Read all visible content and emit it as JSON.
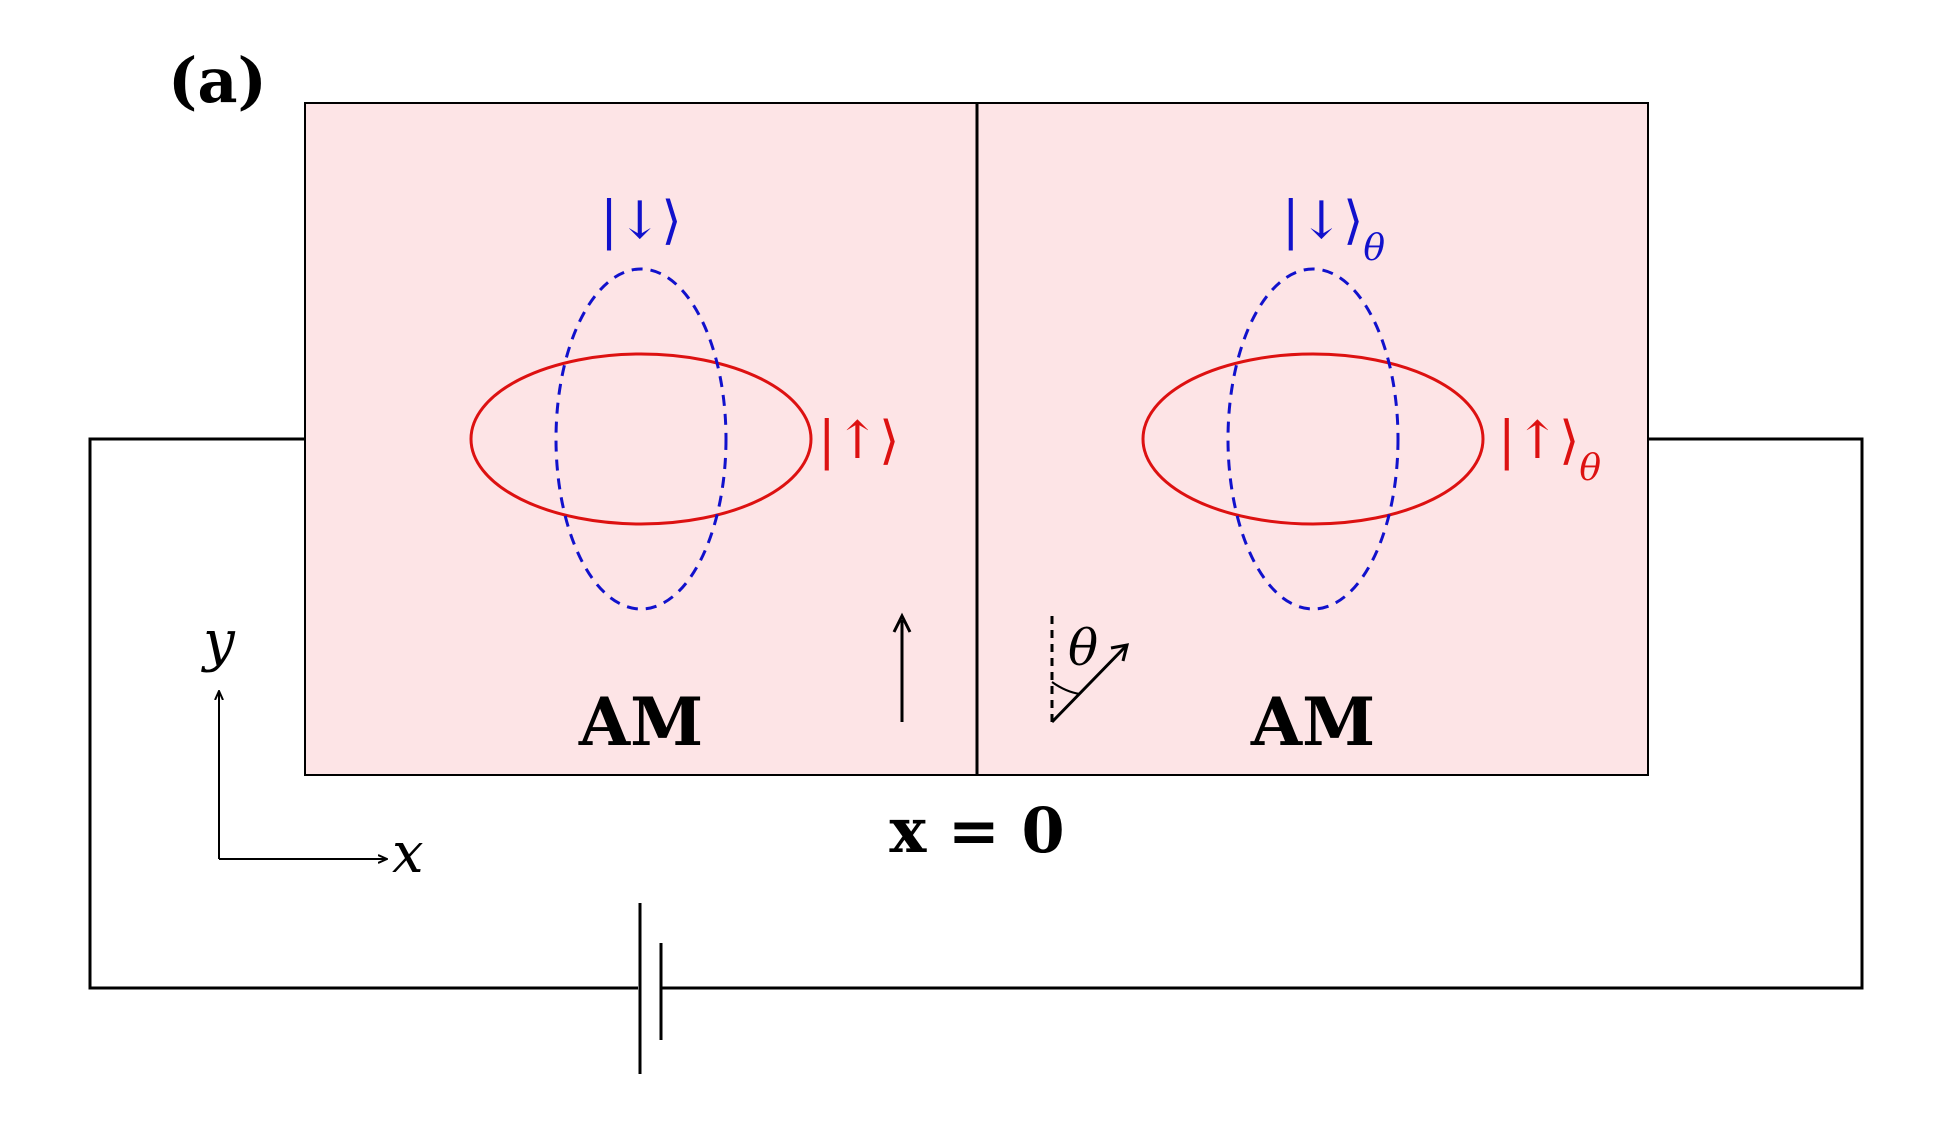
{
  "panel_label": "(a)",
  "region_fill": "#fde4e6",
  "colors": {
    "spin_up": "#dd1111",
    "spin_down": "#1111cc",
    "lines": "#000000"
  },
  "left_region": {
    "label": "AM",
    "spin_down_label": "|↓⟩",
    "spin_up_label": "|↑⟩",
    "magnetization_arrow": "up"
  },
  "right_region": {
    "label": "AM",
    "spin_down_label": "|↓⟩",
    "spin_down_subscript": "θ",
    "spin_up_label": "|↑⟩",
    "spin_up_subscript": "θ",
    "angle_label": "θ"
  },
  "interface_label": "x = 0",
  "axes": {
    "x_label": "x",
    "y_label": "y"
  },
  "battery_symbol": "battery"
}
